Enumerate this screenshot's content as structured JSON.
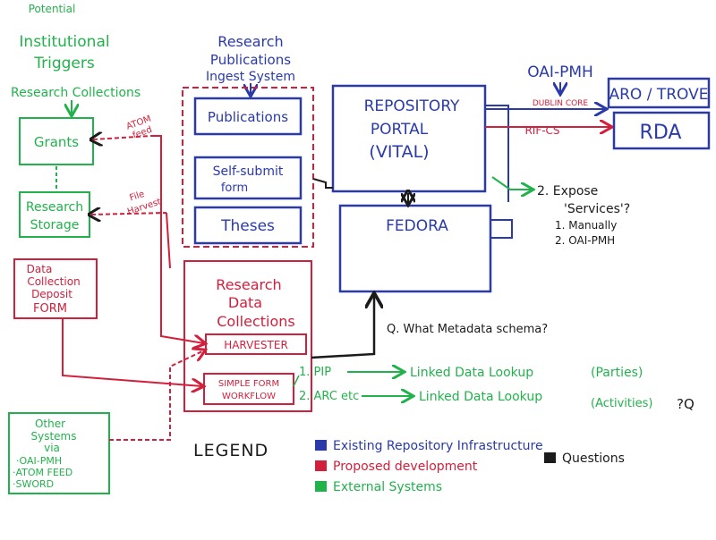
{
  "colors": {
    "existing": "#2a3aa8",
    "proposed": "#d21f3c",
    "external": "#22b24c",
    "questions": "#1b1b1b"
  },
  "triggers": {
    "institutional_top": "Potential",
    "institutional": "Institutional",
    "triggers_label": "Triggers",
    "research_collections": "Research Collections"
  },
  "external_sources": {
    "grants": "Grants",
    "research_storage_1": "Research",
    "research_storage_2": "Storage",
    "other_systems": [
      "Other",
      "Systems",
      "via",
      "·OAI-PMH",
      "·ATOM FEED",
      "·SWORD"
    ]
  },
  "data_collection_form": [
    "Data",
    "Collection",
    "Deposit",
    "FORM"
  ],
  "edge_labels": {
    "atom_feed_1": "ATOM",
    "atom_feed_2": "feed",
    "file_harvest_1": "File",
    "file_harvest_2": "Harvest"
  },
  "ingest_system": {
    "title": [
      "Research",
      "Publications",
      "Ingest System"
    ],
    "publications": "Publications",
    "self_submit_1": "Self-submit",
    "self_submit_2": "form",
    "theses": "Theses"
  },
  "research_data": {
    "title": [
      "Research",
      "Data",
      "Collections"
    ],
    "harvester": "HARVESTER",
    "simple_form_1": "SIMPLE FORM",
    "simple_form_2": "WORKFLOW"
  },
  "repository": {
    "portal_1": "REPOSITORY",
    "portal_2": "PORTAL",
    "portal_3": "(VITAL)",
    "fedora": "FEDORA"
  },
  "outputs": {
    "oai_pmh": "OAI-PMH",
    "dublin_core": "DUBLIN CORE",
    "rif_cs": "RIF-CS",
    "aro_trove": "ARO / TROVE",
    "rda": "RDA"
  },
  "questions": {
    "expose_services": "2. Expose",
    "services": "'Services'?",
    "manually": "1. Manually",
    "oai_pmh": "2. OAI-PMH",
    "metadata_schema": "Q. What Metadata schema?",
    "trailing_q": "?Q"
  },
  "linked_data": {
    "pip": "1. PIP",
    "arc": "2. ARC etc",
    "lookup_1": "Linked Data Lookup",
    "lookup_2": "Linked Data Lookup",
    "parties": "(Parties)",
    "activities": "(Activities)"
  },
  "legend": {
    "title": "LEGEND",
    "existing": "Existing Repository Infrastructure",
    "proposed": "Proposed development",
    "external": "External Systems",
    "questions": "Questions"
  }
}
